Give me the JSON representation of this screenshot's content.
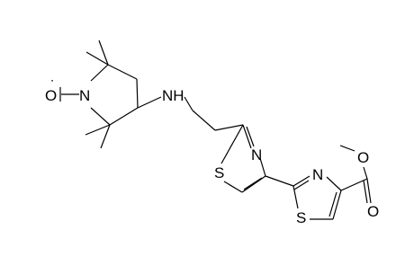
{
  "molecule": {
    "labels": {
      "radical_dot": "˙",
      "hydroxyl_o": "O",
      "hydroxyl_n": "N",
      "amine": "NH",
      "thiazole_a_n": "N",
      "thiazole_a_s": "S",
      "thiazole_b_n": "N",
      "thiazole_b_s": "S",
      "ester_o_single": "O",
      "ester_o_double": "O"
    },
    "colors": {
      "bonds": "#000000",
      "background": "#ffffff"
    }
  }
}
